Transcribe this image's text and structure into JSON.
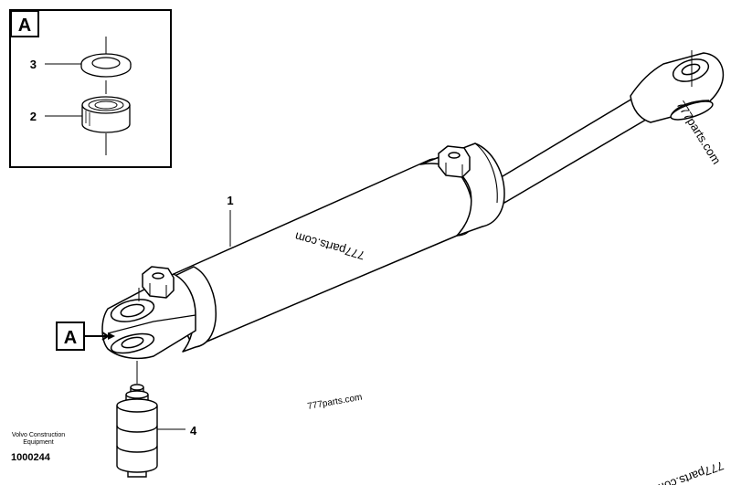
{
  "detail_box": {
    "label": "A"
  },
  "detail_ref": {
    "label": "A"
  },
  "callouts": {
    "c1": "1",
    "c2": "2",
    "c3": "3",
    "c4": "4"
  },
  "watermarks": {
    "wm1": "777parts.com",
    "wm2": "777parts.com",
    "wm3": "777parts.com",
    "wm4": "777parts.com"
  },
  "footer": {
    "line1": "Volvo Construction",
    "line2": "Equipment",
    "number": "1000244"
  }
}
